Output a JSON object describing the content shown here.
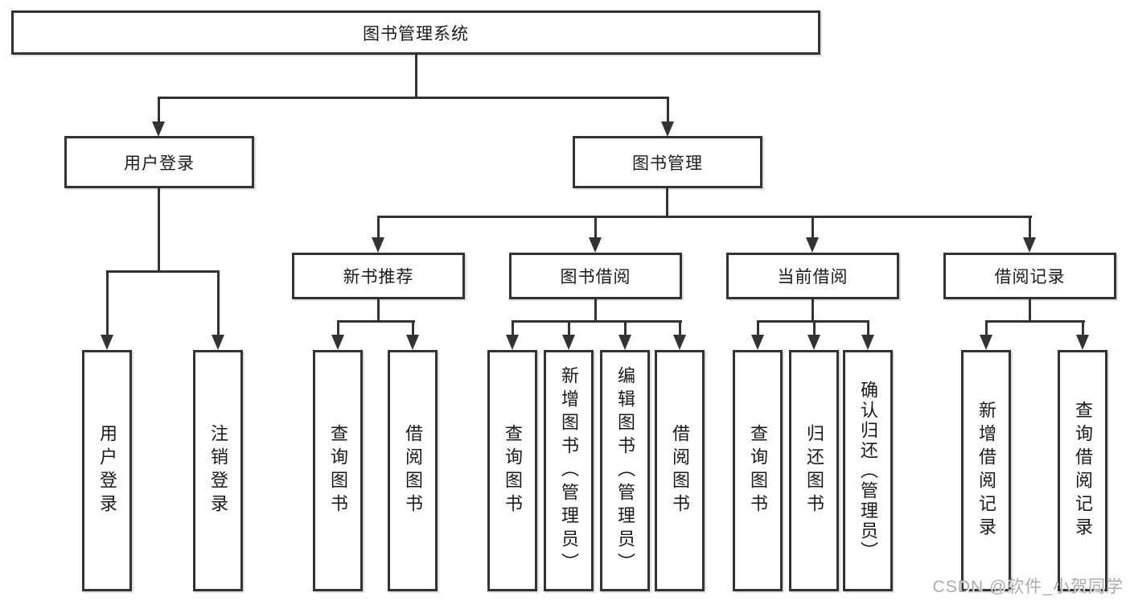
{
  "diagram": {
    "root": "图书管理系统",
    "level2": [
      "用户登录",
      "图书管理"
    ],
    "level3": [
      "新书推荐",
      "图书借阅",
      "当前借阅",
      "借阅记录"
    ],
    "leaves": {
      "user_login": [
        "用户登录",
        "注销登录"
      ],
      "new_books": [
        "查询图书",
        "借阅图书"
      ],
      "book_borrow": [
        "查询图书",
        "新增图书（管理员）",
        "编辑图书（管理员）",
        "借阅图书"
      ],
      "current_borrow": [
        "查询图书",
        "归还图书",
        "确认归还（管理员）"
      ],
      "borrow_records": [
        "新增借阅记录",
        "查询借阅记录"
      ]
    }
  },
  "watermark": "CSDN @软件_小贺同学",
  "colors": {
    "line": "#333333",
    "box_border": "#333333",
    "text": "#1a1a1a",
    "watermark": "#ababab",
    "background": "#ffffff"
  }
}
